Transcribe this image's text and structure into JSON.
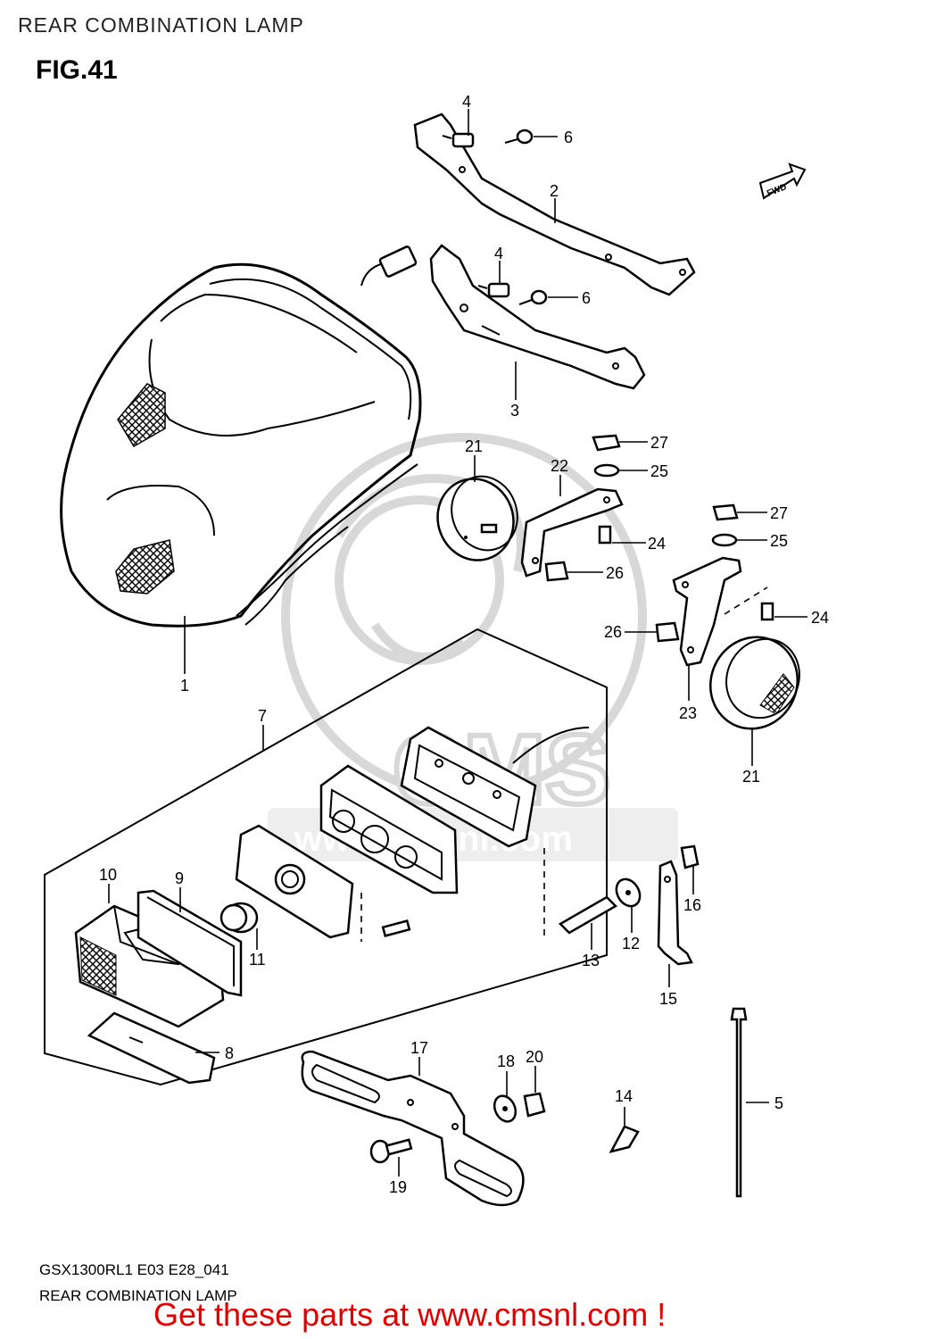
{
  "header_title": "REAR COMBINATION LAMP",
  "figure_label": "FIG.41",
  "fwd_label": "FWD",
  "watermark_text": "www.cmsnl.com",
  "watermark_logo": "CMS",
  "footer": {
    "model_code": "GSX1300RL1 E03 E28_041",
    "title": "REAR COMBINATION LAMP",
    "promo": "Get these parts at www.cmsnl.com !"
  },
  "colors": {
    "promo": "#e00000",
    "watermark": "#d4d4d4"
  },
  "parts": [
    {
      "id": "p1",
      "label": "1"
    },
    {
      "id": "p2",
      "label": "2"
    },
    {
      "id": "p3",
      "label": "3"
    },
    {
      "id": "p4a",
      "label": "4"
    },
    {
      "id": "p4b",
      "label": "4"
    },
    {
      "id": "p5",
      "label": "5"
    },
    {
      "id": "p6a",
      "label": "6"
    },
    {
      "id": "p6b",
      "label": "6"
    },
    {
      "id": "p7",
      "label": "7"
    },
    {
      "id": "p8",
      "label": "8"
    },
    {
      "id": "p9",
      "label": "9"
    },
    {
      "id": "p10",
      "label": "10"
    },
    {
      "id": "p11",
      "label": "11"
    },
    {
      "id": "p12",
      "label": "12"
    },
    {
      "id": "p13",
      "label": "13"
    },
    {
      "id": "p14",
      "label": "14"
    },
    {
      "id": "p15",
      "label": "15"
    },
    {
      "id": "p16",
      "label": "16"
    },
    {
      "id": "p17",
      "label": "17"
    },
    {
      "id": "p18",
      "label": "18"
    },
    {
      "id": "p19",
      "label": "19"
    },
    {
      "id": "p20",
      "label": "20"
    },
    {
      "id": "p21a",
      "label": "21"
    },
    {
      "id": "p21b",
      "label": "21"
    },
    {
      "id": "p22",
      "label": "22"
    },
    {
      "id": "p23",
      "label": "23"
    },
    {
      "id": "p24a",
      "label": "24"
    },
    {
      "id": "p24b",
      "label": "24"
    },
    {
      "id": "p25a",
      "label": "25"
    },
    {
      "id": "p25b",
      "label": "25"
    },
    {
      "id": "p26a",
      "label": "26"
    },
    {
      "id": "p26b",
      "label": "26"
    },
    {
      "id": "p27a",
      "label": "27"
    },
    {
      "id": "p27b",
      "label": "27"
    }
  ]
}
